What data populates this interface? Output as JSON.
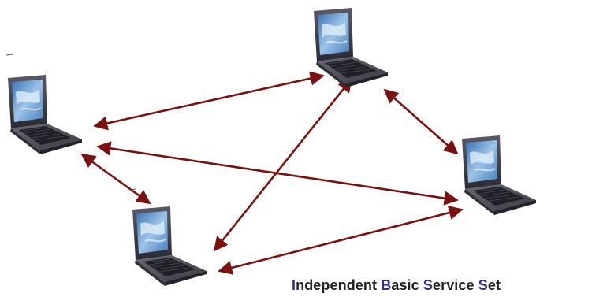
{
  "diagram": {
    "type": "network",
    "nodes": [
      {
        "id": "laptop-top"
      },
      {
        "id": "laptop-left"
      },
      {
        "id": "laptop-right"
      },
      {
        "id": "laptop-bottom"
      }
    ],
    "links": [
      {
        "from": "laptop-left",
        "to": "laptop-top"
      },
      {
        "from": "laptop-top",
        "to": "laptop-right"
      },
      {
        "from": "laptop-left",
        "to": "laptop-right"
      },
      {
        "from": "laptop-left",
        "to": "laptop-bottom"
      },
      {
        "from": "laptop-bottom",
        "to": "laptop-top"
      },
      {
        "from": "laptop-bottom",
        "to": "laptop-right"
      }
    ],
    "arrow_color": "#7a1010",
    "caption": {
      "words": [
        {
          "first": "I",
          "rest": "ndependent"
        },
        {
          "first": "B",
          "rest": "asic"
        },
        {
          "first": "S",
          "rest": "ervice"
        },
        {
          "first": "S",
          "rest": "et"
        }
      ],
      "first_letter_color": "#2e2e8c",
      "text_color": "#222222"
    }
  }
}
